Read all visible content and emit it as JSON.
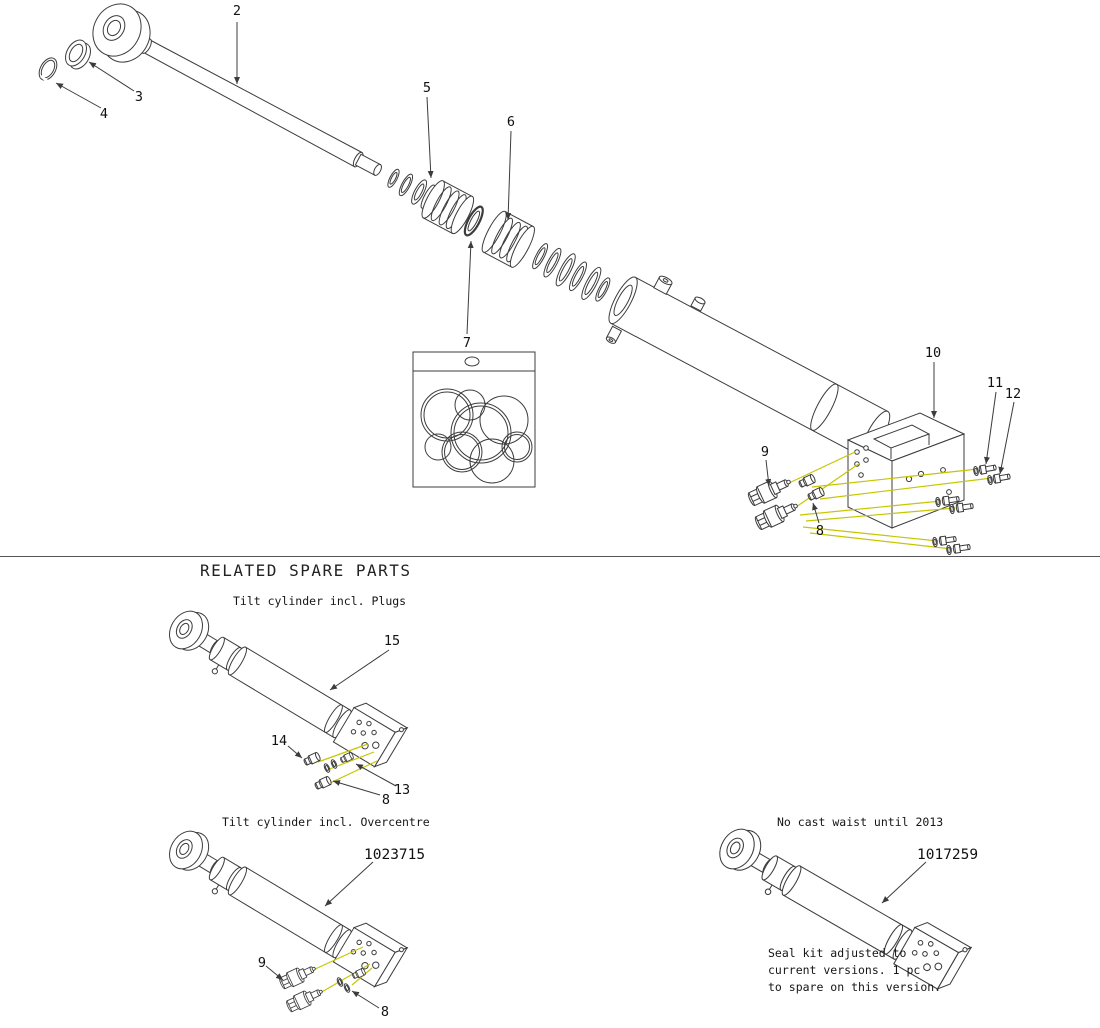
{
  "section_title": "RELATED SPARE PARTS",
  "colors": {
    "line": "#3c3c3c",
    "leader": "#c6c600",
    "background": "#ffffff"
  },
  "main": {
    "description": "exploded-tilt-cylinder",
    "callouts": {
      "c2": "2",
      "c3": "3",
      "c4": "4",
      "c5": "5",
      "c6": "6",
      "c7": "7",
      "c8": "8",
      "c9": "9",
      "c10": "10",
      "c11": "11",
      "c12": "12"
    }
  },
  "related": {
    "plugs": {
      "caption": "Tilt cylinder incl. Plugs",
      "callouts": {
        "c15": "15",
        "c14": "14",
        "c8": "8",
        "c13": "13"
      }
    },
    "overcentre": {
      "caption": "Tilt cylinder incl. Overcentre",
      "part_number": "1023715",
      "callouts": {
        "c9": "9",
        "c8": "8"
      }
    },
    "no_cast_waist": {
      "caption": "No cast waist until 2013",
      "part_number": "1017259",
      "note_lines": [
        "Seal kit adjusted to",
        "current versions. 1 pc",
        "to spare on this version."
      ]
    }
  }
}
